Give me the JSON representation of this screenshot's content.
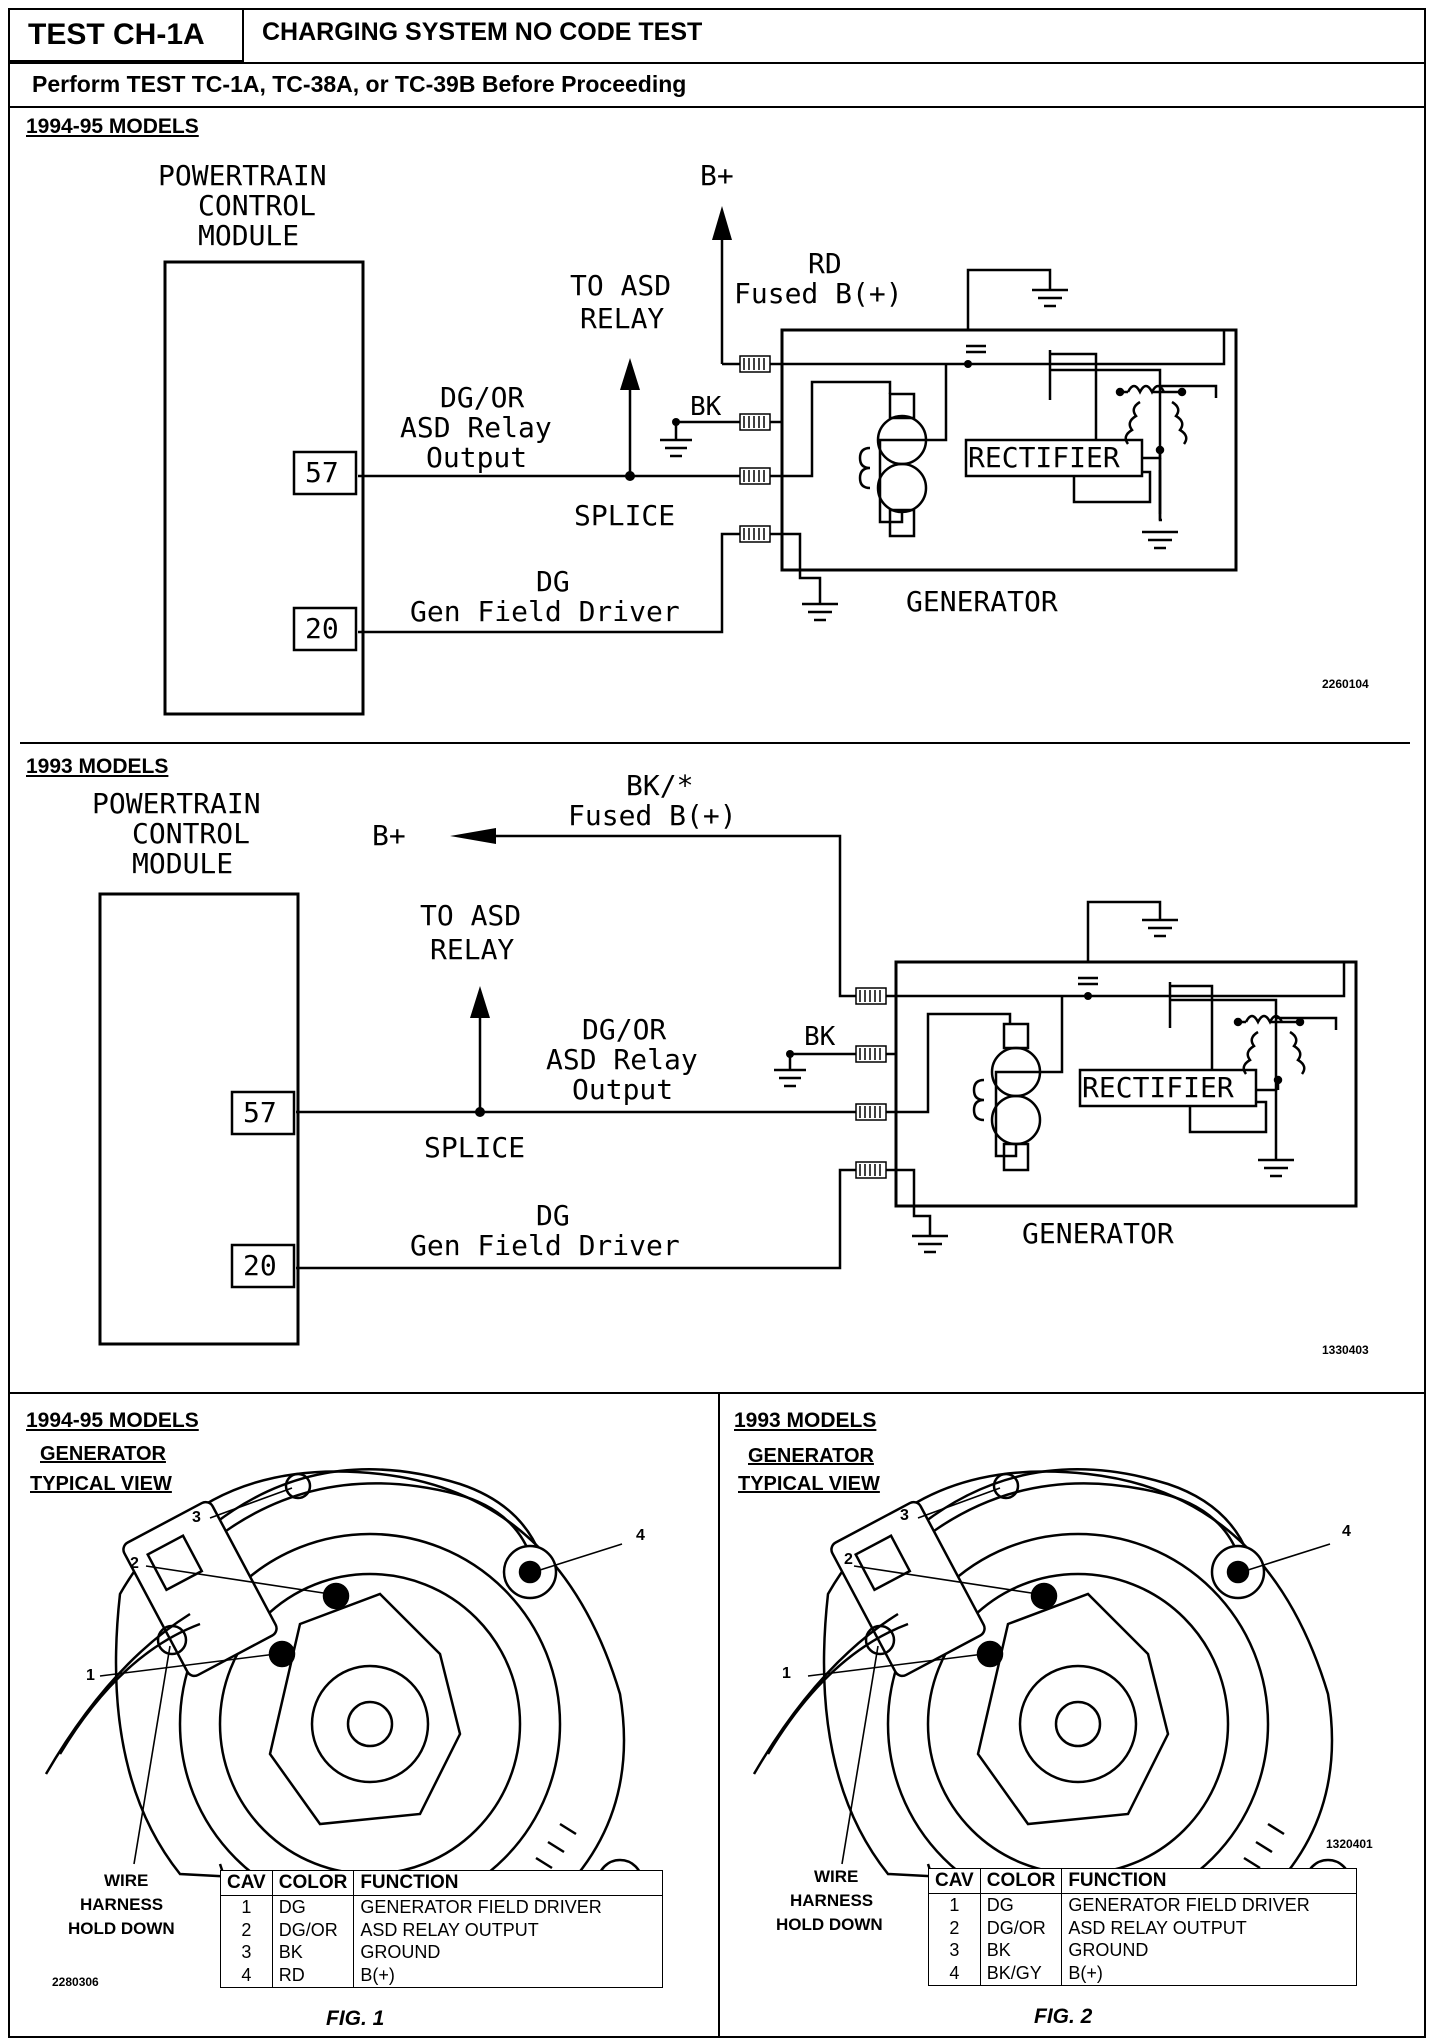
{
  "header": {
    "test_code": "TEST CH-1A",
    "title": "CHARGING SYSTEM NO CODE TEST",
    "prerequisite": "Perform TEST TC-1A, TC-38A, or TC-39B Before Proceeding"
  },
  "diagram_top": {
    "section_label": "1994-95 MODELS",
    "pcm_label": [
      "POWERTRAIN",
      "CONTROL",
      "MODULE"
    ],
    "pin_57": "57",
    "pin_20": "20",
    "b_plus": "B+",
    "fused_wire": [
      "RD",
      "Fused B(+)"
    ],
    "asd_label": [
      "TO ASD",
      "RELAY"
    ],
    "asd_wire": [
      "DG/OR",
      "ASD Relay",
      "Output"
    ],
    "bk_label": "BK",
    "splice": "SPLICE",
    "field_wire": [
      "DG",
      "Gen Field Driver"
    ],
    "rectifier": "RECTIFIER",
    "generator": "GENERATOR",
    "ref": "2260104"
  },
  "diagram_bottom": {
    "section_label": "1993 MODELS",
    "pcm_label": [
      "POWERTRAIN",
      "CONTROL",
      "MODULE"
    ],
    "pin_57": "57",
    "pin_20": "20",
    "b_plus": "B+",
    "fused_wire": [
      "BK/*",
      "Fused B(+)"
    ],
    "asd_label": [
      "TO ASD",
      "RELAY"
    ],
    "asd_wire": [
      "DG/OR",
      "ASD Relay",
      "Output"
    ],
    "bk_label": "BK",
    "splice": "SPLICE",
    "field_wire": [
      "DG",
      "Gen Field Driver"
    ],
    "rectifier": "RECTIFIER",
    "generator": "GENERATOR",
    "ref": "1330403"
  },
  "fig1": {
    "section_label": "1994-95 MODELS",
    "view_label": [
      "GENERATOR",
      "TYPICAL VIEW"
    ],
    "callouts": [
      "1",
      "2",
      "3",
      "4"
    ],
    "hold_down": [
      "WIRE",
      "HARNESS",
      "HOLD DOWN"
    ],
    "ref": "2280306",
    "caption": "FIG. 1",
    "table": {
      "headers": [
        "CAV",
        "COLOR",
        "FUNCTION"
      ],
      "rows": [
        [
          "1",
          "DG",
          "GENERATOR FIELD DRIVER"
        ],
        [
          "2",
          "DG/OR",
          "ASD RELAY OUTPUT"
        ],
        [
          "3",
          "BK",
          "GROUND"
        ],
        [
          "4",
          "RD",
          "B(+)"
        ]
      ]
    }
  },
  "fig2": {
    "section_label": "1993 MODELS",
    "view_label": [
      "GENERATOR",
      "TYPICAL VIEW"
    ],
    "callouts": [
      "1",
      "2",
      "3",
      "4"
    ],
    "hold_down": [
      "WIRE",
      "HARNESS",
      "HOLD DOWN"
    ],
    "ref": "1320401",
    "caption": "FIG. 2",
    "table": {
      "headers": [
        "CAV",
        "COLOR",
        "FUNCTION"
      ],
      "rows": [
        [
          "1",
          "DG",
          "GENERATOR FIELD DRIVER"
        ],
        [
          "2",
          "DG/OR",
          "ASD RELAY OUTPUT"
        ],
        [
          "3",
          "BK",
          "GROUND"
        ],
        [
          "4",
          "BK/GY",
          "B(+)"
        ]
      ]
    }
  }
}
